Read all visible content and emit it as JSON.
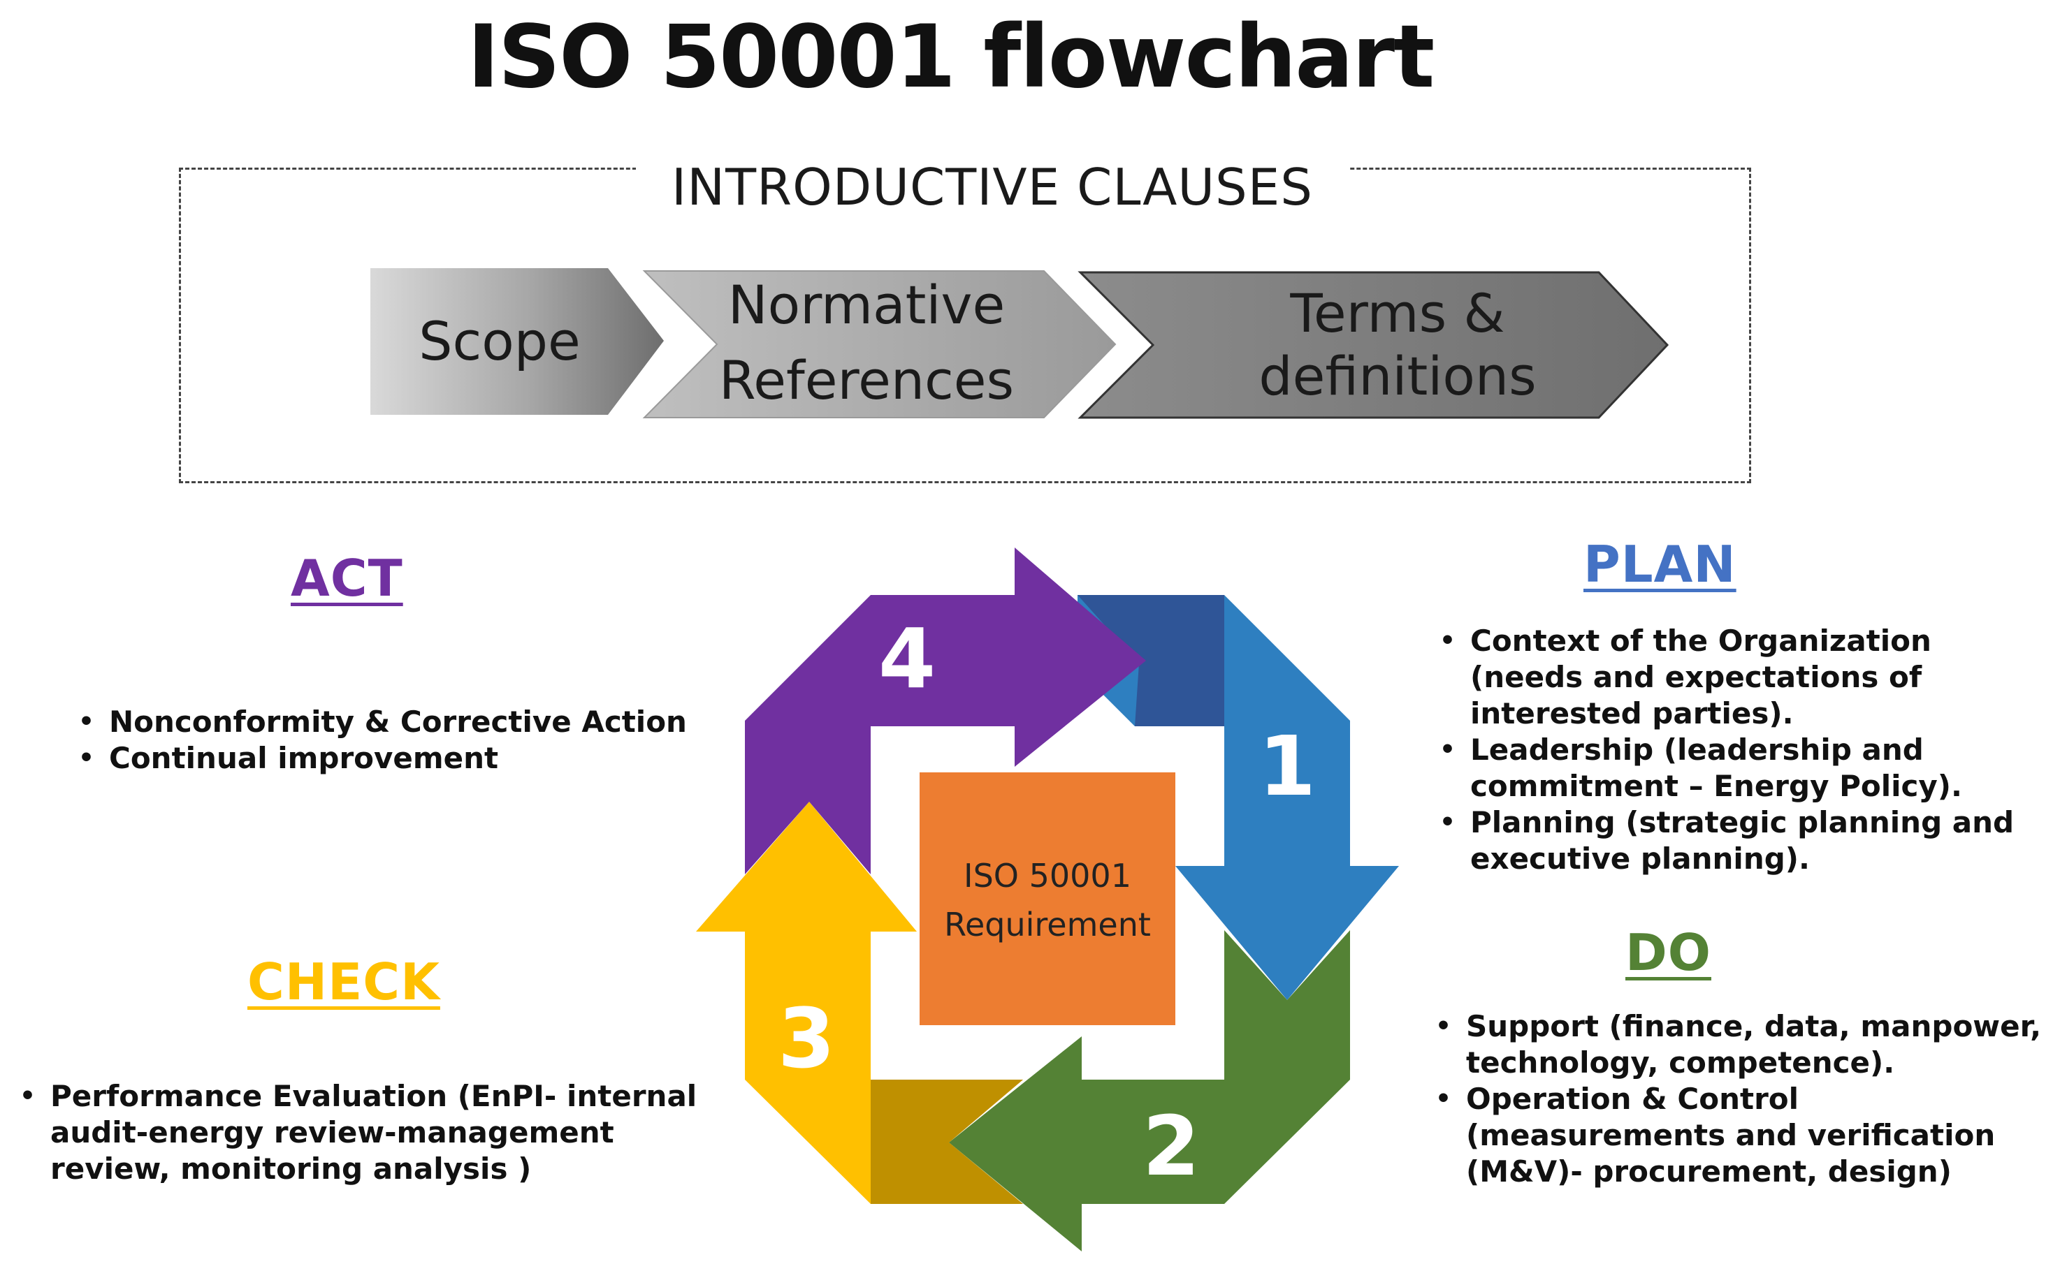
{
  "title": "ISO 50001 flowchart",
  "intro": {
    "heading": "INTRODUCTIVE CLAUSES",
    "steps": [
      {
        "lines": [
          "Scope"
        ]
      },
      {
        "lines": [
          "Normative",
          "References"
        ]
      },
      {
        "lines": [
          "Terms & definitions"
        ]
      }
    ]
  },
  "cycle": {
    "center_lines": [
      "ISO 50001",
      "Requirement"
    ],
    "numbers": [
      "1",
      "2",
      "3",
      "4"
    ],
    "colors": {
      "plan": "#2e7fc0",
      "do": "#548235",
      "check": "#ffc000",
      "act": "#7030a0",
      "center": "#ed7d31"
    }
  },
  "act": {
    "heading": "ACT",
    "color": "#7030a0",
    "items": [
      "Nonconformity & Corrective Action",
      "Continual improvement"
    ]
  },
  "plan": {
    "heading": "PLAN",
    "color": "#4472c4",
    "items": [
      "Context of  the Organization (needs and expectations of interested parties).",
      "Leadership (leadership and commitment – Energy Policy).",
      "Planning (strategic planning and executive planning)."
    ]
  },
  "check": {
    "heading": "CHECK",
    "color": "#ffc000",
    "items": [
      "Performance Evaluation (EnPI- internal audit-energy review-management review, monitoring analysis )"
    ]
  },
  "do": {
    "heading": "DO",
    "color": "#548235",
    "items": [
      "Support (finance, data, manpower, technology, competence).",
      "Operation & Control (measurements and verification (M&V)- procurement, design)"
    ]
  }
}
